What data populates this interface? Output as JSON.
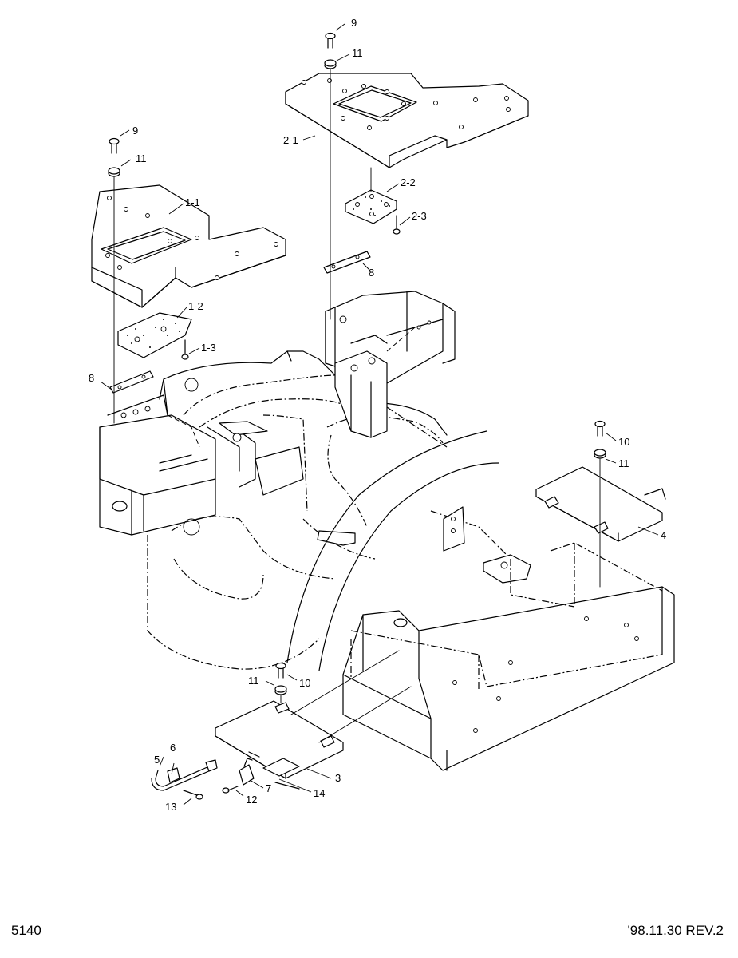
{
  "page_number": "5140",
  "revision": "'98.11.30  REV.2",
  "callouts": {
    "c1_1": "1-1",
    "c1_2": "1-2",
    "c1_3": "1-3",
    "c2_1": "2-1",
    "c2_2": "2-2",
    "c2_3": "2-3",
    "c3": "3",
    "c4": "4",
    "c5": "5",
    "c6": "6",
    "c7": "7",
    "c8a": "8",
    "c8b": "8",
    "c9a": "9",
    "c9b": "9",
    "c10a": "10",
    "c10b": "10",
    "c11a": "11",
    "c11b": "11",
    "c11c": "11",
    "c11d": "11",
    "c12": "12",
    "c13": "13",
    "c14": "14"
  }
}
